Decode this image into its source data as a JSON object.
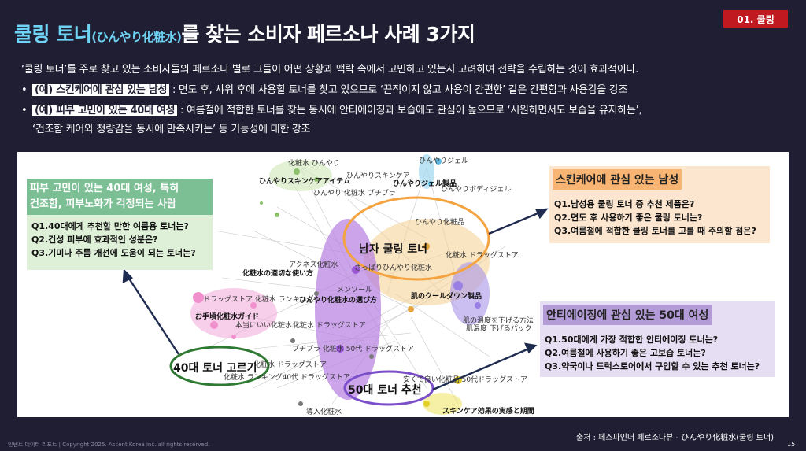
{
  "title": {
    "part1": "쿨링 토너",
    "part2": "(ひんやり化粧水)",
    "part3": "를 찾는 소비자 페르소나 사례 3가지"
  },
  "badge": "01. 쿨링",
  "intro": "‘쿨링 토너’를 주로 찾고 있는 소비자들의 페르소나 별로 그들이 어떤 상황과 맥락 속에서 고민하고 있는지 고려하여 전략을 수립하는 것이 효과적이다.",
  "bullets": [
    {
      "highlight": "(예) 스킨케어에 관심 있는 남성",
      "text": ": 면도 후, 샤워 후에 사용할 토너를 찾고 있으므로 ‘끈적이지 않고 사용이 간편한’ 같은 간편함과 사용감을 강조"
    },
    {
      "highlight": "(예) 피부 고민이 있는 40대 여성",
      "text": ": 여름철에 적합한 토너를 찾는 동시에 안티에이징과 보습에도 관심이 높으므로 ‘시원하면서도 보습을 유지하는’,",
      "cont": "‘건조함 케어와 청량감을 동시에 만족시키는’ 등 기능성에 대한 강조"
    }
  ],
  "personas": {
    "green": {
      "title_line1": "피부 고민이 있는 40대 여성, 특히",
      "title_line2": "건조함, 피부노화가 걱정되는 사람",
      "questions": [
        "Q1.40대에게 추천할 만한 여름용 토너는?",
        "Q2.건성 피부에 효과적인 성분은?",
        "Q3.기미나 주름 개선에 도움이 되는 토너는?"
      ]
    },
    "orange": {
      "title": "스킨케어에 관심 있는 남성",
      "questions": [
        "Q1.남성용 쿨링 토너 중 추천 제품은?",
        "Q2.면도 후 사용하기 좋은 쿨링 토너는?",
        "Q3.여름철에 적합한 쿨링 토너를 고를 때 주의할 점은?"
      ]
    },
    "purple": {
      "title": "안티에이징에 관심 있는 50대 여성",
      "questions": [
        "Q1.50대에게 가장 적합한 안티에이징 토너는?",
        "Q2.여름철에 사용하기 좋은 고보습 토너는?",
        "Q3.약국이나 드럭스토어에서 구입할 수 있는 추천 토너는?"
      ]
    }
  },
  "ovals": {
    "men": "남자 쿨링 토너",
    "forties": "40대 토너 고르기",
    "fifties": "50대 토너 추천"
  },
  "network_labels": [
    "化粧水 ひんやり",
    "ひんやりスキンケア",
    "ひんやりジェル",
    "ひんやりスキンケアアイテム",
    "ひんやりジェル製品",
    "ひんやりボディジェル",
    "ひんやり 化粧水 プチプラ",
    "ひんやり化粧品",
    "化粧水 ドラッグストア",
    "さっぱりひんやり化粧水",
    "アクネス化粧水",
    "化粧水の適切な使い方",
    "メンソール",
    "ドラッグストア 化粧水 ランキング",
    "ひんやり化粧水の選び方",
    "肌のクールダウン製品",
    "お手頃化粧水ガイド",
    "本当にいい化粧水",
    "化粧水 ドラッグストア",
    "肌の温度を下げる方法",
    "肌温度 下げるパック",
    "プチプラ 化粧水 50代 ドラッグストア",
    "化粧水 ドラッグストア",
    "化粧水 ランキング40代 ドラッグストア",
    "安くて良い化粧品 50代ドラッグストア",
    "導入化粧水",
    "スキンケア効果の実感と期間"
  ],
  "source": "출처 : 페스파인더 페르소나뷰 - ひんやり化粧水(쿨링 토너)",
  "footer": "인텐트 데이터 리포트 | Copyright 2025. Ascent Korea inc. all rights reserved.",
  "page_number": "15",
  "colors": {
    "background": "#1f1e33",
    "accent": "#6fd3f5",
    "badge": "#c0191f",
    "green": "#2f7a33",
    "orange": "#f4a340",
    "purple": "#8a55d8"
  }
}
